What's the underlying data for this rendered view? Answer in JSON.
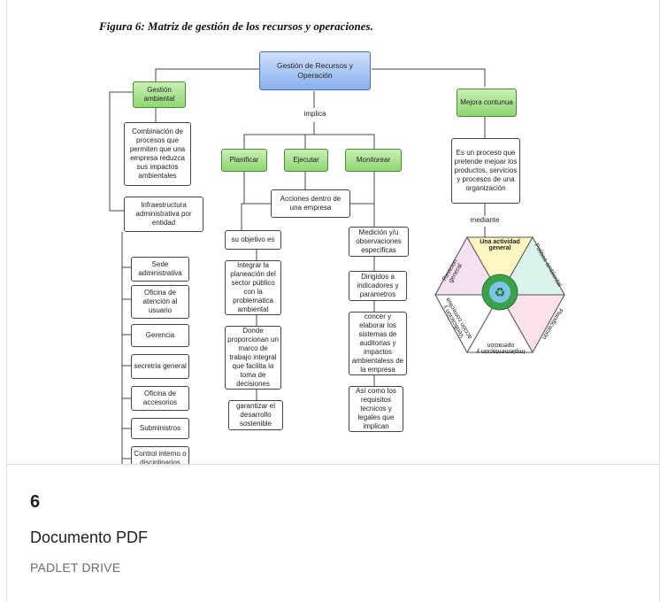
{
  "figure": {
    "title": "Figura 6: Matriz de gestión de los recursos y operaciones.",
    "root": "Gestión de Recursos y Operación",
    "connector": "implica",
    "left": {
      "header": "Gestión ambiental",
      "desc": "Combinación de procesos que permiten que una empresa reduzca sus impactos ambientales",
      "infra": "Infraestructura administrativa por entidad",
      "units": [
        "Sede administrativa",
        "Oficina de atención al usuario",
        "Gerencia",
        "secretria general",
        "Oficina de accesorios",
        "Subministros",
        "Control interno o disciplinarios"
      ]
    },
    "middle": {
      "steps": [
        "Planificar",
        "Ejecutar",
        "Monitorear"
      ],
      "actions": "Acciones dentro de una empresa",
      "objective": "su objetivo es",
      "plan_chain": [
        "Integrar la planeación del sector público con la problematica ambiental",
        "Donde proporcionan un marco de trabajo integral que facilita la toma de decisiones",
        "garantizar el desarrollo sostenible"
      ],
      "monitor_chain": [
        "Medición y/u observaciones especificas",
        "Dirigidos a indicadores y parametros",
        "concer y elaborar los sistemas de auditorias y impactos ambientaless de la empresa",
        "Así como los requisitos tecnicos y legales que implican"
      ]
    },
    "right": {
      "header": "Mejora contunua",
      "desc": "Es un proceso que pretende mejoar los productos, servicios y procesos de una organización",
      "connector": "mediante",
      "hexagon": {
        "top": "Una actividad general",
        "segments": [
          "Politica ambiental",
          "Planificación",
          "Implementación y operación",
          "Verificación y acción correctiva",
          "Revicion general"
        ]
      }
    }
  },
  "card": {
    "page_number": "6",
    "type_label": "Documento PDF",
    "source_label": "PADLET DRIVE"
  }
}
